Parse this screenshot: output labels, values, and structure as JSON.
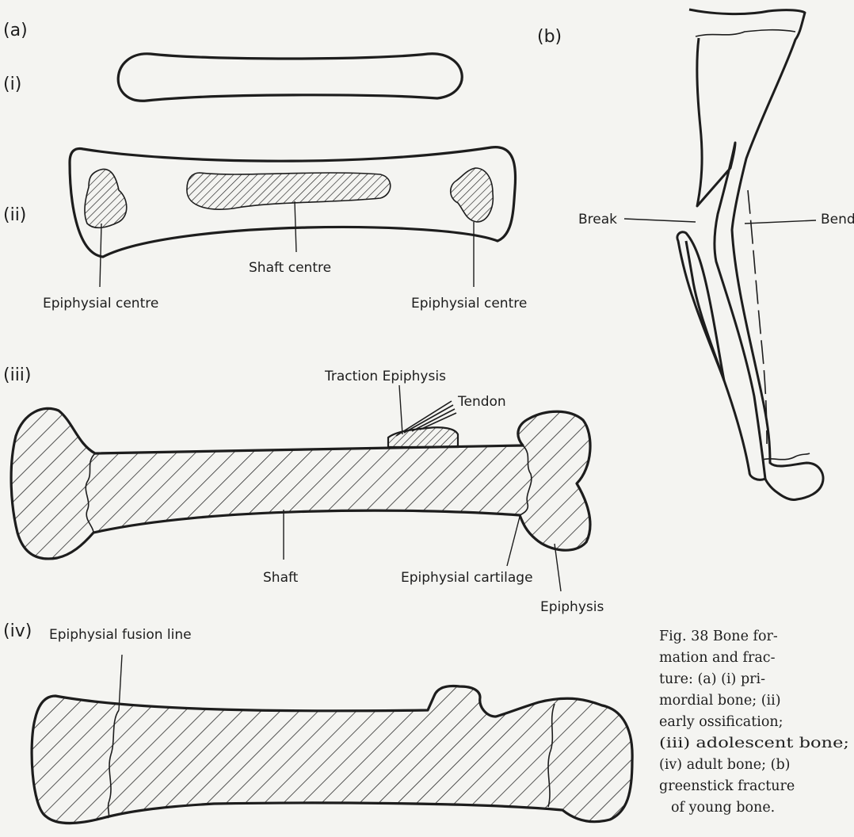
{
  "panel_labels": {
    "a": "(a)",
    "b": "(b)",
    "i": "(i)",
    "ii": "(ii)",
    "iii": "(iii)",
    "iv": "(iv)"
  },
  "labels": {
    "shaft_centre": "Shaft centre",
    "epiphysial_centre_left": "Epiphysial centre",
    "epiphysial_centre_right": "Epiphysial centre",
    "traction_epiphysis": "Traction Epiphysis",
    "tendon": "Tendon",
    "shaft": "Shaft",
    "epiphysial_cartilage": "Epiphysial cartilage",
    "epiphysis": "Epiphysis",
    "epiphysial_fusion_line": "Epiphysial fusion line",
    "break": "Break",
    "bend": "Bend"
  },
  "caption": {
    "lines": [
      "Fig. 38 Bone for-",
      "mation and frac-",
      "ture: (a) (i) pri-",
      "mordial bone; (ii)",
      "early ossification;",
      "(iii) adolescent bone;",
      "(iv) adult bone; (b)",
      "greenstick fracture",
      "of young bone."
    ]
  }
}
